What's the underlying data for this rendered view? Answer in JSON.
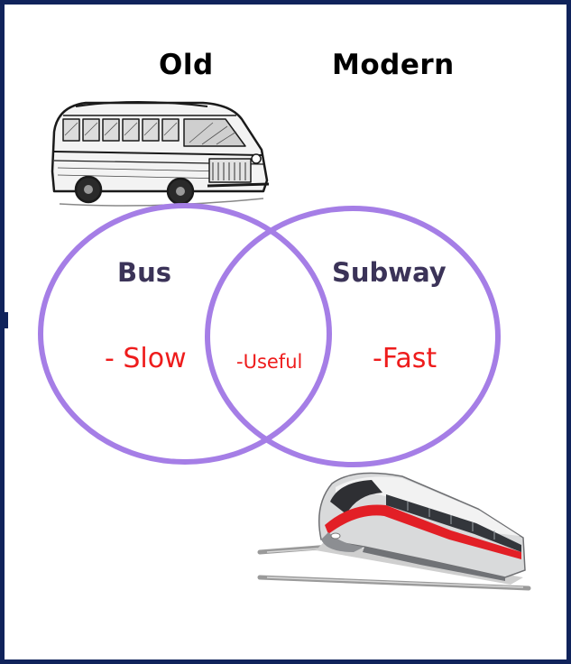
{
  "headings": {
    "old": "Old",
    "modern": "Modern"
  },
  "circles": {
    "left": {
      "label": "Bus",
      "trait": "- Slow"
    },
    "right": {
      "label": "Subway",
      "trait": "-Fast"
    },
    "overlap": {
      "trait": "-Useful"
    }
  },
  "colors": {
    "frame_border": "#10235b",
    "circle_stroke": "#a57ee6",
    "label_text": "#3b3358",
    "trait_text": "#ee1c1c"
  },
  "images": {
    "top": "vintage-bus-sketch",
    "bottom": "high-speed-train-illustration"
  }
}
